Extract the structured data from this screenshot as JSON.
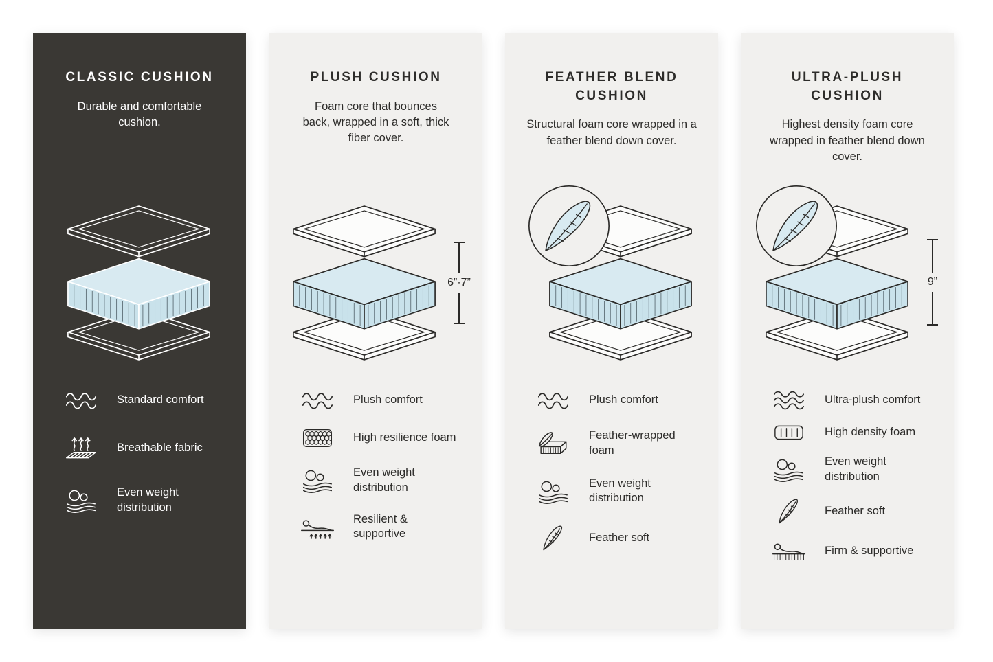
{
  "colors": {
    "page_background": "#ffffff",
    "dark_panel_background": "#3a3834",
    "light_panel_background": "#f1f0ee",
    "foam_blue": "#d8eaf1",
    "line_dark": "#2b2a28",
    "line_on_dark": "#ffffff"
  },
  "panels": [
    {
      "id": "classic-cushion",
      "theme": "dark",
      "title": "CLASSIC CUSHION",
      "description": "Durable and comfortable cushion.",
      "illustration": "layered-cushion-diagram",
      "features": [
        {
          "icon": "wave-icon",
          "label": "Standard comfort"
        },
        {
          "icon": "breathable-fabric-icon",
          "label": "Breathable fabric"
        },
        {
          "icon": "even-weight-icon",
          "label": "Even weight distribution"
        }
      ]
    },
    {
      "id": "plush-cushion",
      "theme": "light",
      "title": "PLUSH CUSHION",
      "description": "Foam core that bounces back, wrapped in a soft, thick fiber cover.",
      "illustration": "layered-cushion-diagram",
      "measurement": "6”-7”",
      "features": [
        {
          "icon": "wave-icon",
          "label": "Plush comfort"
        },
        {
          "icon": "resilience-foam-icon",
          "label": "High resilience foam"
        },
        {
          "icon": "even-weight-icon",
          "label": "Even weight distribution"
        },
        {
          "icon": "resilient-supportive-icon",
          "label": "Resilient & supportive"
        }
      ]
    },
    {
      "id": "feather-blend-cushion",
      "theme": "light",
      "title": "FEATHER BLEND CUSHION",
      "description": "Structural foam core wrapped in a feather blend down cover.",
      "illustration": "layered-cushion-diagram-with-feather-badge",
      "features": [
        {
          "icon": "wave-icon",
          "label": "Plush comfort"
        },
        {
          "icon": "feather-wrapped-foam-icon",
          "label": "Feather-wrapped foam"
        },
        {
          "icon": "even-weight-icon",
          "label": "Even weight distribution"
        },
        {
          "icon": "feather-icon",
          "label": "Feather soft"
        }
      ]
    },
    {
      "id": "ultra-plush-cushion",
      "theme": "light",
      "title": "ULTRA-PLUSH CUSHION",
      "description": "Highest density foam core wrapped in feather blend down cover.",
      "illustration": "layered-cushion-diagram-with-feather-badge",
      "measurement": "9”",
      "features": [
        {
          "icon": "wave-icon",
          "label": "Ultra-plush comfort"
        },
        {
          "icon": "density-foam-icon",
          "label": "High density foam"
        },
        {
          "icon": "even-weight-icon",
          "label": "Even weight distribution"
        },
        {
          "icon": "feather-icon",
          "label": "Feather soft"
        },
        {
          "icon": "firm-supportive-icon",
          "label": "Firm & supportive"
        }
      ]
    }
  ]
}
